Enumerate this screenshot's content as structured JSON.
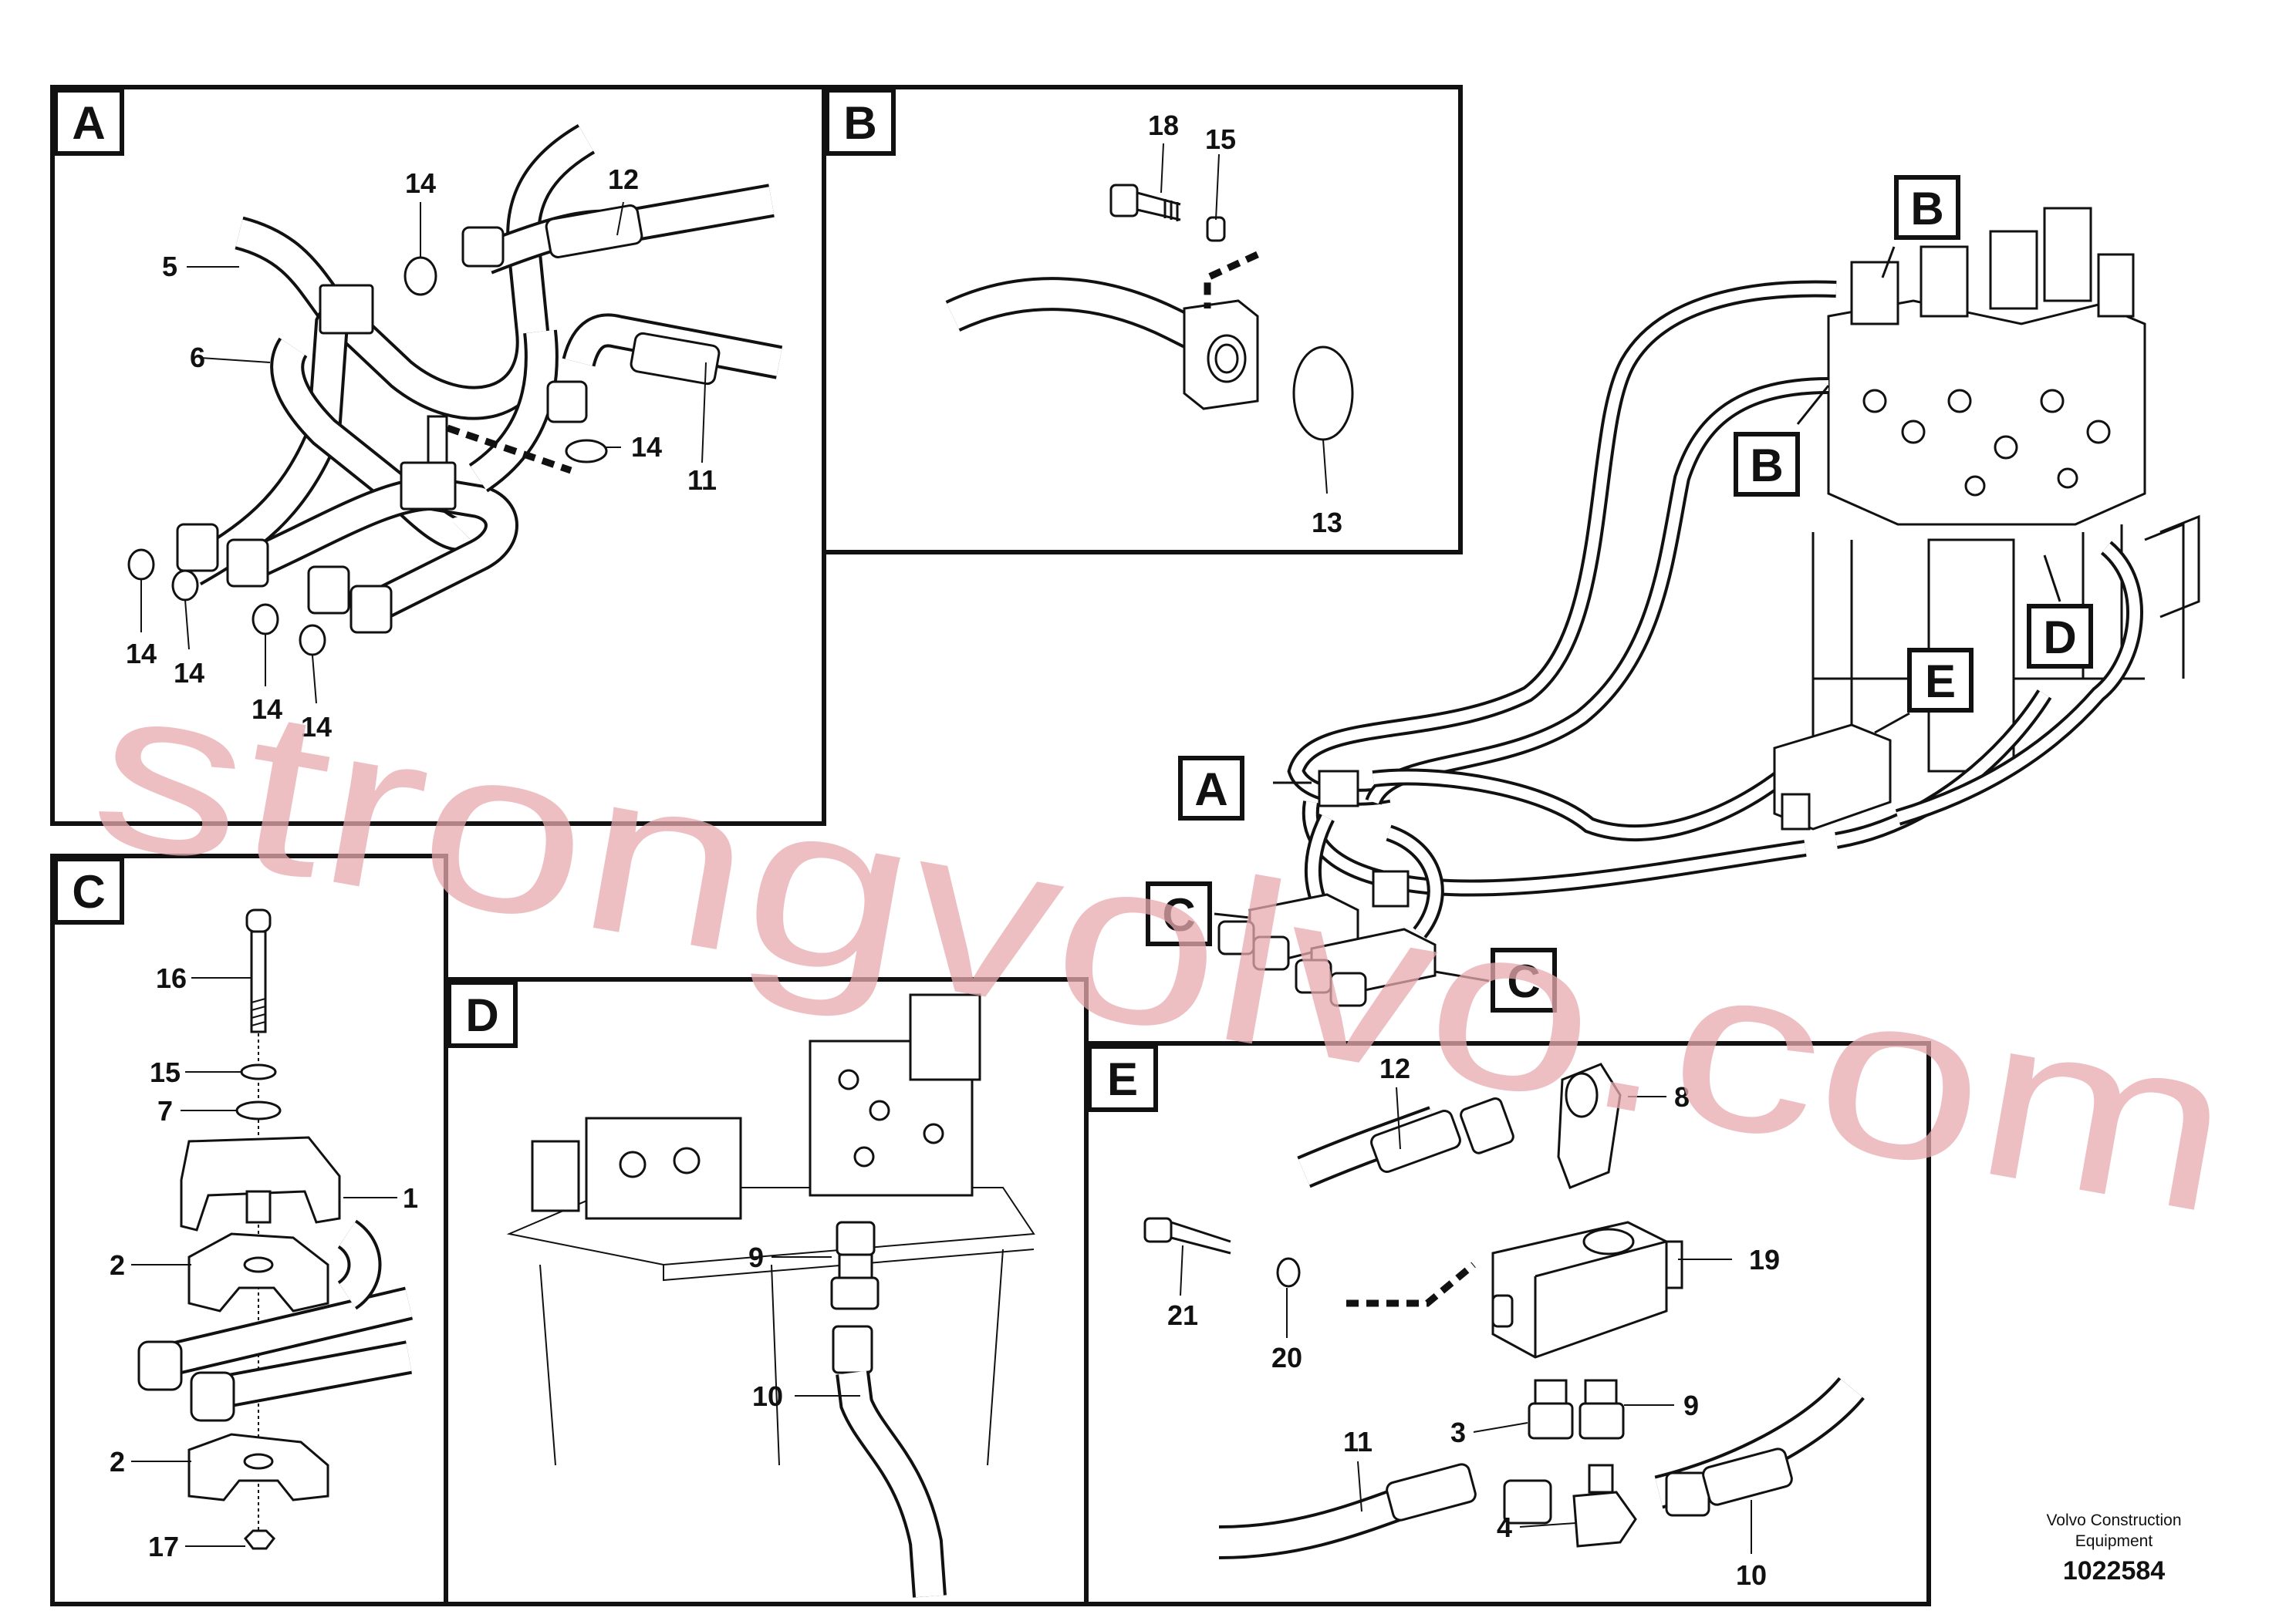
{
  "panels": {
    "A": {
      "tag": "A",
      "labels": [
        "14",
        "12",
        "5",
        "6",
        "14",
        "11",
        "14",
        "14",
        "14",
        "14"
      ]
    },
    "B": {
      "tag": "B",
      "labels": [
        "18",
        "15",
        "13"
      ]
    },
    "C": {
      "tag": "C",
      "labels": [
        "16",
        "15",
        "7",
        "1",
        "2",
        "2",
        "17"
      ]
    },
    "D": {
      "tag": "D",
      "labels": [
        "9",
        "10"
      ]
    },
    "E": {
      "tag": "E",
      "labels": [
        "12",
        "8",
        "19",
        "21",
        "20",
        "3",
        "9",
        "11",
        "4",
        "10"
      ]
    }
  },
  "overview": {
    "callouts": [
      "B",
      "B",
      "D",
      "E",
      "A",
      "C",
      "C"
    ]
  },
  "watermark": "strongvolvo.com",
  "footer": {
    "company_line1": "Volvo Construction",
    "company_line2": "Equipment",
    "drawing_number": "1022584"
  }
}
